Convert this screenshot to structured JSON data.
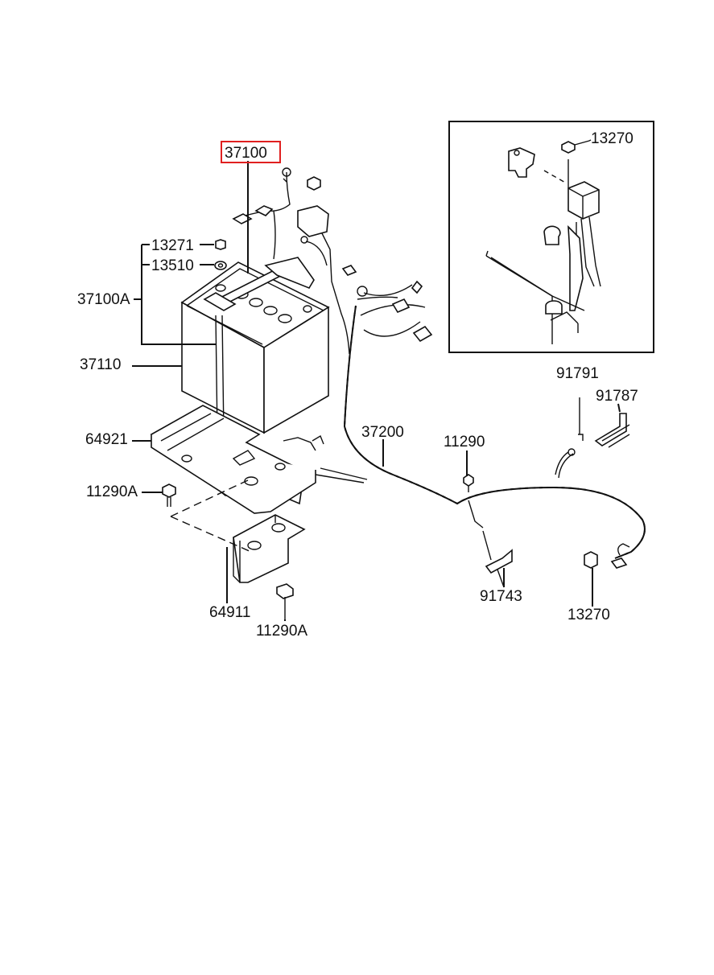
{
  "diagram": {
    "inset_labels": {
      "inset_13270": "13270"
    },
    "labels": {
      "p37100": "37100",
      "p13271": "13271",
      "p13510": "13510",
      "p37100a": "37100A",
      "p37110": "37110",
      "p64921": "64921",
      "p11290a_left": "11290A",
      "p64911": "64911",
      "p11290a_bottom": "11290A",
      "p37200": "37200",
      "p11290": "11290",
      "p91743": "91743",
      "p91791": "91791",
      "p91787": "91787",
      "p13270": "13270"
    },
    "highlight_color": "#e02020",
    "line_color": "#111111"
  }
}
